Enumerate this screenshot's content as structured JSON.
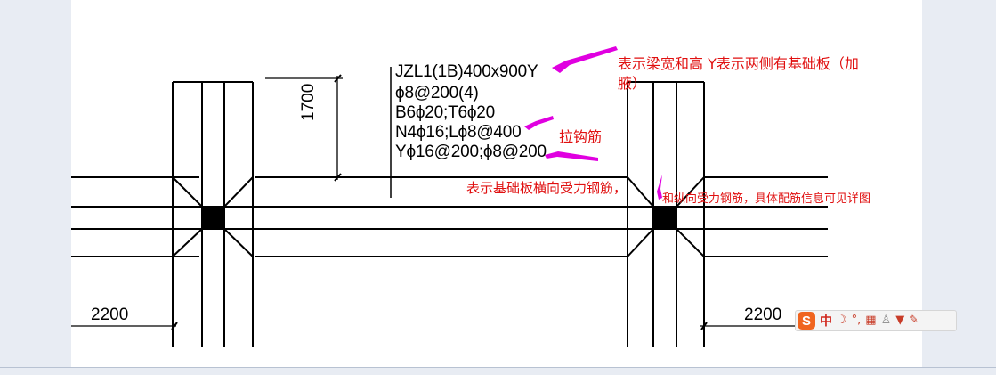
{
  "beam_label": {
    "lines": [
      "JZL1(1B)400x900Y",
      "ϕ8@200(4)",
      "B6ϕ20;T6ϕ20",
      "N4ϕ16;Lϕ8@400",
      "Yϕ16@200;ϕ8@200"
    ]
  },
  "dimensions": {
    "vertical": "1700",
    "left": "2200",
    "right": "2200"
  },
  "annotations": {
    "width_height_line1": "表示梁宽和高 Y表示两侧有基础板（加",
    "width_height_line2": "腋）",
    "tie_bar": "拉钩筋",
    "transverse": "表示基础板横向受力钢筋，",
    "longitudinal": "和纵向受力钢筋，具体配筋信息可见详图"
  },
  "ime_toolbar": {
    "logo": "S",
    "mode": "中",
    "icons": [
      "moon-icon",
      "punctuation-icon",
      "keyboard-icon",
      "user-icon",
      "shirt-icon",
      "wrench-icon"
    ]
  },
  "colors": {
    "annotation": "#e01010",
    "arrow": "#e000e0",
    "line": "#000000"
  }
}
